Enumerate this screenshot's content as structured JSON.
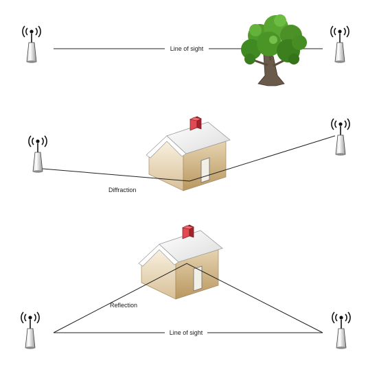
{
  "labels": {
    "los_top": "Line of sight",
    "diffraction": "Diffraction",
    "reflection": "Reflection",
    "los_bottom": "Line of sight"
  },
  "icons": {
    "antenna": "antenna-tower-icon",
    "tree": "tree-icon",
    "house": "house-icon"
  },
  "colors": {
    "line": "#1f1f1f",
    "tree_green": "#3f8a22",
    "trunk": "#6a5a4a",
    "roof": "#f2f2f2",
    "house_wall": "#e8d7b8",
    "chimney": "#c8323a"
  }
}
